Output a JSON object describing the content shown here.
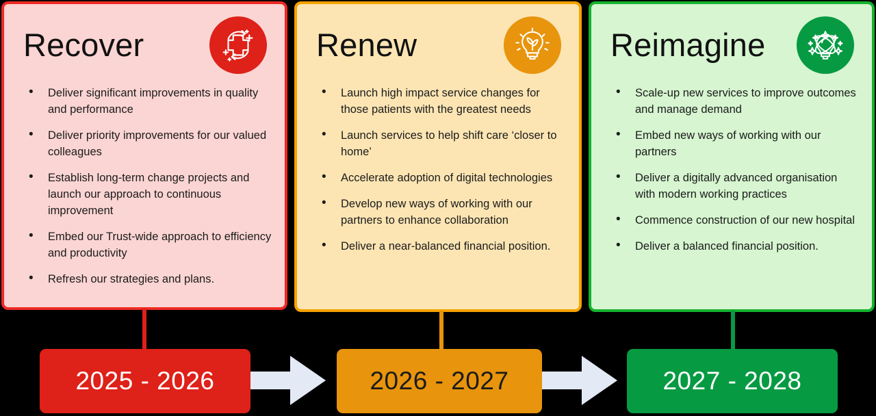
{
  "theme": {
    "background": "#000000",
    "arrow_color": "#E3E9F5"
  },
  "phases": [
    {
      "id": "recover",
      "title": "Recover",
      "icon": "recovery-cross-icon",
      "border_color": "#EE2A24",
      "fill_color": "#FBD5D3",
      "accent_color": "#DE2119",
      "chip_label": "2025 - 2026",
      "chip_text_color": "#FFFFFF",
      "bullets": [
        "Deliver significant improvements in quality and performance",
        "Deliver priority improvements for our valued colleagues",
        "Establish long-term change projects and launch our approach to continuous improvement",
        "Embed our Trust-wide approach to efficiency and productivity",
        "Refresh our strategies and plans."
      ]
    },
    {
      "id": "renew",
      "title": "Renew",
      "icon": "lightbulb-leaf-icon",
      "border_color": "#F5A200",
      "fill_color": "#FCE5B3",
      "accent_color": "#E8940C",
      "chip_label": "2026 - 2027",
      "chip_text_color": "#1B1B1B",
      "bullets": [
        "Launch high impact service changes for those patients with the greatest needs",
        "Launch services to help shift care ‘closer to home’",
        "Accelerate adoption of digital technologies",
        "Develop new ways of working with our partners to enhance collaboration",
        "Deliver a near-balanced financial position."
      ]
    },
    {
      "id": "reimagine",
      "title": "Reimagine",
      "icon": "lightbulb-orbit-icon",
      "border_color": "#15B22E",
      "fill_color": "#D6F5D0",
      "accent_color": "#069A42",
      "chip_label": "2027 - 2028",
      "chip_text_color": "#FFFFFF",
      "bullets": [
        "Scale-up new services to improve outcomes and manage demand",
        "Embed new ways of working with our partners",
        "Deliver a digitally advanced organisation with modern working practices",
        "Commence construction of our new hospital",
        "Deliver a balanced financial position."
      ]
    }
  ],
  "arrows": [
    {
      "name": "arrow-recover-to-renew"
    },
    {
      "name": "arrow-renew-to-reimagine"
    }
  ]
}
